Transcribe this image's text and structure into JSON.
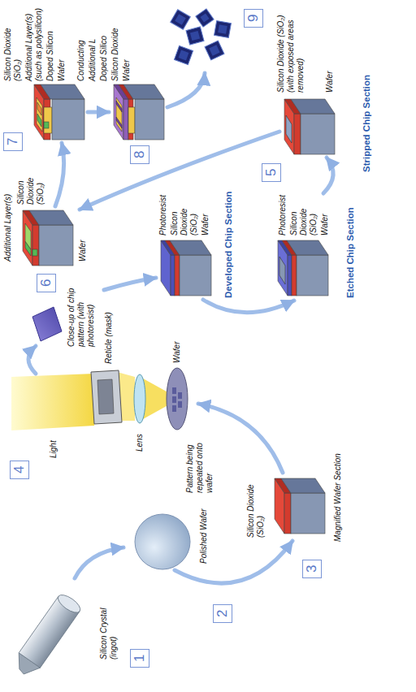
{
  "diagram": {
    "nodes": [
      {
        "text": [
          "1"
        ]
      },
      {
        "text": [
          "2"
        ]
      },
      {
        "text": [
          "3"
        ]
      },
      {
        "text": [
          "4"
        ]
      },
      {
        "text": [
          "5"
        ]
      },
      {
        "text": [
          "6"
        ]
      },
      {
        "text": [
          "7"
        ]
      },
      {
        "text": [
          "8"
        ]
      },
      {
        "text": [
          "9"
        ]
      }
    ],
    "labels": [
      "Silicon Crystal (ingot)",
      "Polished Wafer",
      "Silicon Dioxide (SiO₂)",
      "Magnified Wafer Section",
      "Light",
      "Reticle (mask)",
      "Lens",
      "Wafer",
      "Pattern being repeated onto wafer",
      "Close-up of chip pattern (with photoresist)",
      "Photoresist",
      "Silicon Dioxide (SiO₂)",
      "Wafer",
      "Developed Chip Section",
      "Photoresist",
      "Silicon Dioxide (SiO₂)",
      "Wafer",
      "Etched Chip Section",
      "Silicon Dioxide (SiO₂) (with exposed areas removed)",
      "Wafer",
      "Stripped Chip Section",
      "Additional Layer(s)",
      "Silicon Dioxide (SiO₂)",
      "Wafer",
      "Silicon Dioxide (SiO₂)",
      "Additional Layer(s) (such as polysilicon)",
      "Doped Silicon",
      "Wafer",
      "Conducting",
      "Additional L",
      "Doped Silico",
      "Silicon Dioxide",
      "Wafer"
    ]
  }
}
